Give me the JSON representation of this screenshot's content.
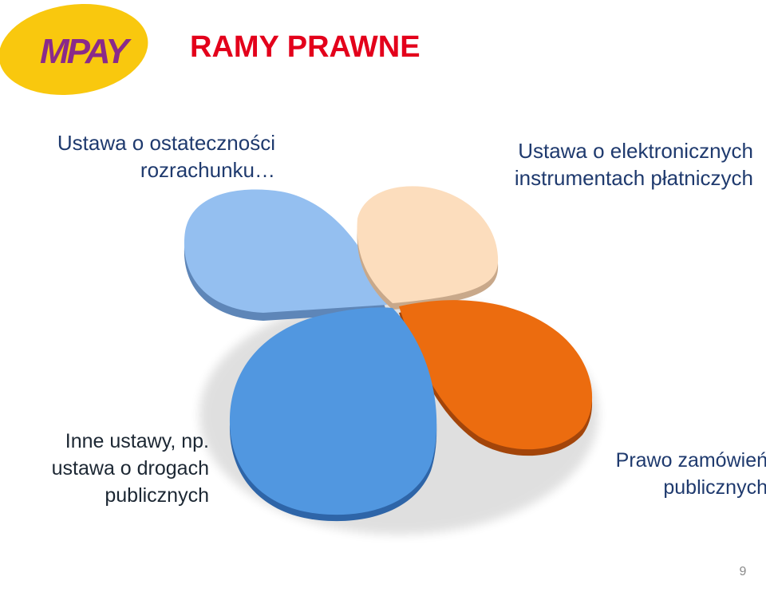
{
  "logo": {
    "text": "MPAY",
    "colors": {
      "ellipse": "#f9c80e",
      "letters": "#8a2a8a"
    }
  },
  "title": "RAMY PRAWNE",
  "petals": [
    {
      "label_lines": [
        "Ustawa o ostateczności",
        "rozrachunku…"
      ],
      "color": "#94bff0"
    },
    {
      "label_lines": [
        "Ustawa o elektronicznych",
        "instrumentach płatniczych"
      ],
      "color": "#fcddbd"
    },
    {
      "label_lines": [
        "Inne ustawy, np.",
        "ustawa o drogach",
        "publicznych"
      ],
      "color": "#5197e0"
    },
    {
      "label_lines": [
        "Prawo zamówień",
        "publicznych"
      ],
      "color": "#ec6c0f"
    }
  ],
  "page_number": "9"
}
